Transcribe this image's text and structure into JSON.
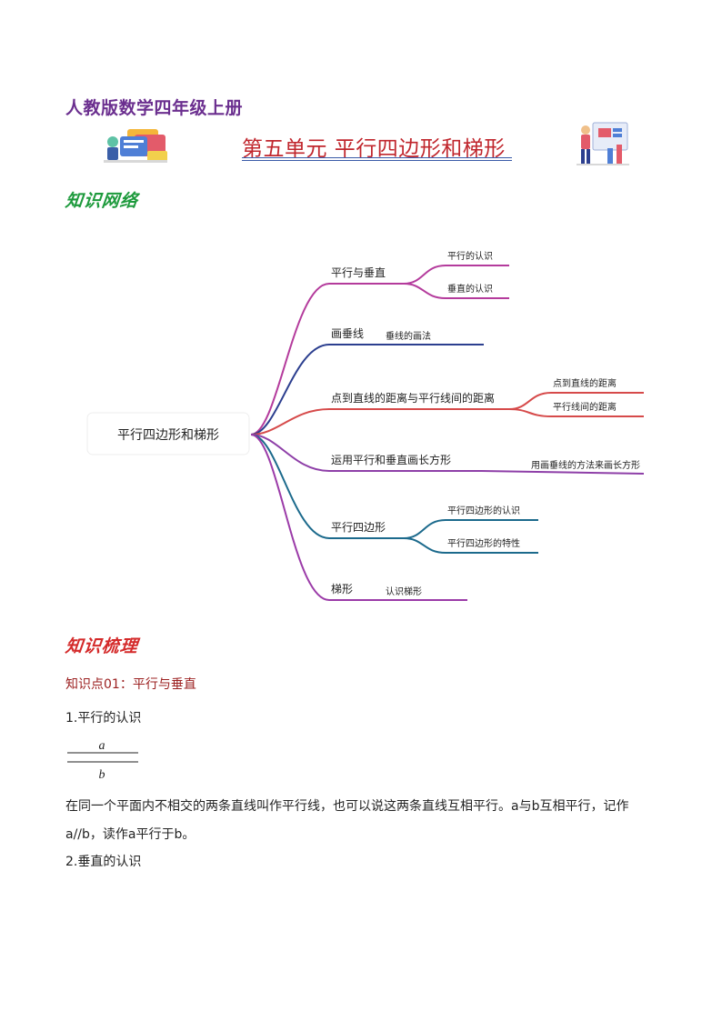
{
  "header": {
    "book_title": "人教版数学四年级上册",
    "unit_title": "第五单元 平行四边形和梯形"
  },
  "sections": {
    "network_heading": "知识网络",
    "review_heading": "知识梳理"
  },
  "mindmap": {
    "root": "平行四边形和梯形",
    "branches": [
      {
        "label": "平行与垂直",
        "color": "#b43b9c",
        "children": [
          "平行的认识",
          "垂直的认识"
        ]
      },
      {
        "label": "画垂线",
        "color": "#2c3f8f",
        "children": [
          "垂线的画法"
        ]
      },
      {
        "label": "点到直线的距离与平行线间的距离",
        "color": "#d64a4a",
        "children": [
          "点到直线的距离",
          "平行线间的距离"
        ]
      },
      {
        "label": "运用平行和垂直画长方形",
        "color": "#8e3fa8",
        "children": [
          "用画垂线的方法来画长方形"
        ]
      },
      {
        "label": "平行四边形",
        "color": "#1c6a8c",
        "children": [
          "平行四边形的认识",
          "平行四边形的特性"
        ]
      },
      {
        "label": "梯形",
        "color": "#9b3ba8",
        "children": [
          "认识梯形"
        ]
      }
    ]
  },
  "content": {
    "kp1_heading": "知识点01：平行与垂直",
    "item1_title": "1.平行的认识",
    "figure_line_a": "a",
    "figure_line_b": "b",
    "paragraph": "在同一个平面内不相交的两条直线叫作平行线，也可以说这两条直线互相平行。a与b互相平行，记作a//b，读作a平行于b。",
    "item2_title": "2.垂直的认识"
  }
}
